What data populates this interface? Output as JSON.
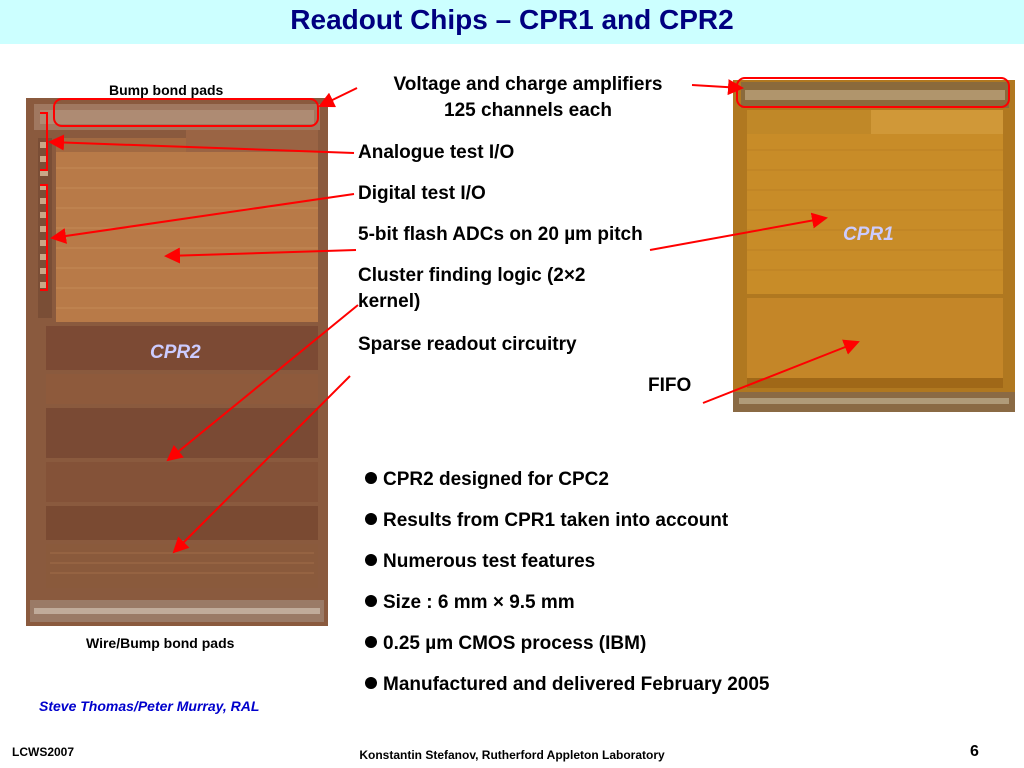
{
  "slide": {
    "title": "Readout Chips – CPR1 and CPR2",
    "page_number": "6"
  },
  "labels": {
    "bump_bond_pads": "Bump bond pads",
    "wire_bump_pads": "Wire/Bump bond pads",
    "credit": "Steve Thomas/Peter Murray, RAL",
    "cpr1": "CPR1",
    "cpr2": "CPR2",
    "fifo": "FIFO"
  },
  "features": {
    "amplifiers_line1": "Voltage and charge amplifiers",
    "amplifiers_line2": "125 channels each",
    "analogue": "Analogue test I/O",
    "digital": "Digital test I/O",
    "adc": "5-bit flash ADCs on 20 µm pitch",
    "cluster_line1": "Cluster finding logic (2×2",
    "cluster_line2": "kernel)",
    "sparse": "Sparse readout circuitry"
  },
  "bullets": [
    "CPR2 designed for CPC2",
    "Results from CPR1 taken into account",
    "Numerous test features",
    "Size : 6 mm × 9.5 mm",
    "0.25 µm CMOS process (IBM)",
    "Manufactured and delivered February 2005"
  ],
  "footer": {
    "left": "LCWS2007",
    "center": "Konstantin Stefanov, Rutherford Appleton Laboratory"
  },
  "colors": {
    "title": "#000080",
    "title_bar": "#ccffff",
    "arrows": "#ff0000",
    "chip_label": "#ccccff",
    "credit": "#0000cc"
  }
}
